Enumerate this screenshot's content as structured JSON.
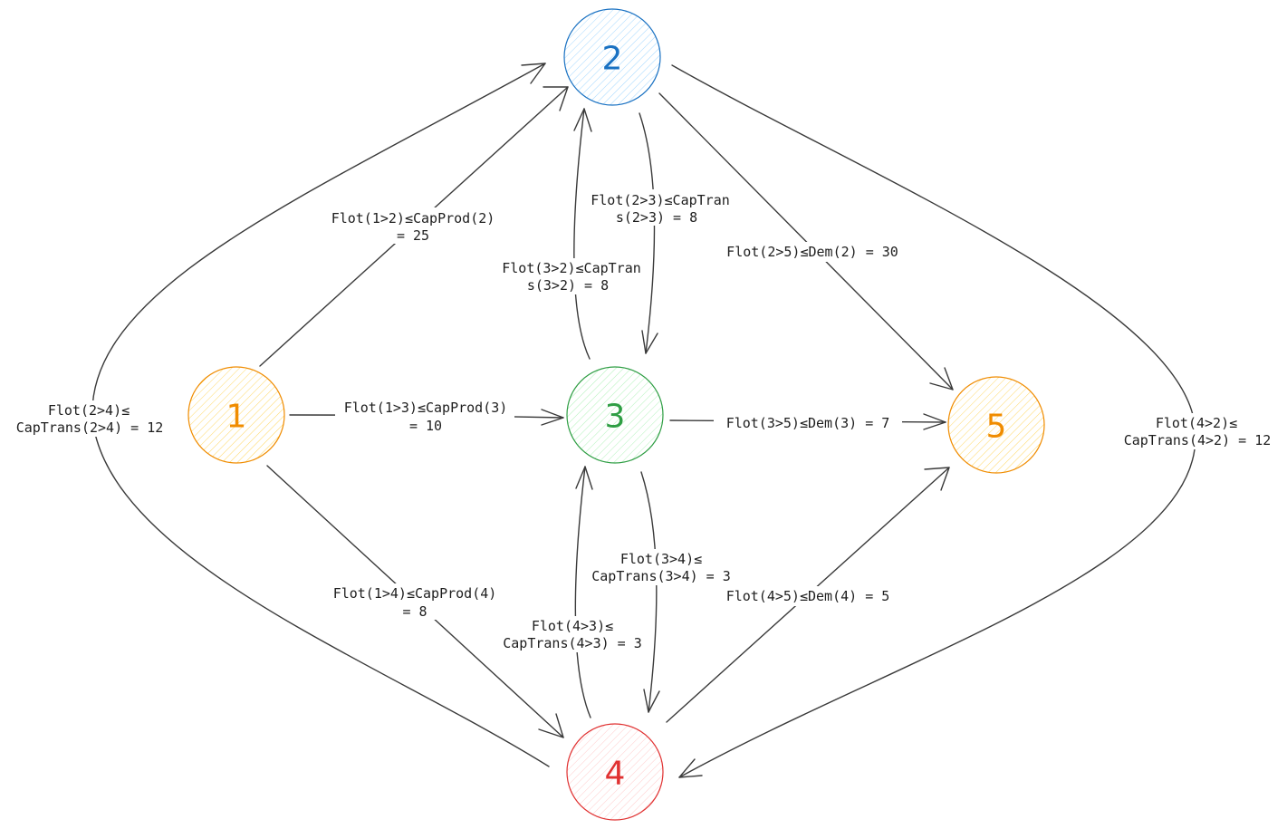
{
  "nodes": [
    {
      "id": "1",
      "label": "1",
      "stroke": "#f08c00",
      "fill": "#ffec99"
    },
    {
      "id": "2",
      "label": "2",
      "stroke": "#1971c2",
      "fill": "#a5d8ff"
    },
    {
      "id": "3",
      "label": "3",
      "stroke": "#2f9e44",
      "fill": "#b2f2bb"
    },
    {
      "id": "4",
      "label": "4",
      "stroke": "#e03131",
      "fill": "#ffc9c9"
    },
    {
      "id": "5",
      "label": "5",
      "stroke": "#f08c00",
      "fill": "#ffec99"
    }
  ],
  "edges": [
    {
      "id": "1-2",
      "from": "1",
      "to": "2",
      "label_lines": [
        "Flot(1>2)≤CapProd(2)",
        "= 25"
      ]
    },
    {
      "id": "1-3",
      "from": "1",
      "to": "3",
      "label_lines": [
        "Flot(1>3)≤CapProd(3)",
        "= 10"
      ]
    },
    {
      "id": "1-4",
      "from": "1",
      "to": "4",
      "label_lines": [
        "Flot(1>4)≤CapProd(4)",
        "= 8"
      ]
    },
    {
      "id": "2-3",
      "from": "2",
      "to": "3",
      "label_lines": [
        "Flot(2>3)≤CapTran",
        "s(2>3) = 8"
      ]
    },
    {
      "id": "3-2",
      "from": "3",
      "to": "2",
      "label_lines": [
        "Flot(3>2)≤CapTran",
        "s(3>2) = 8"
      ]
    },
    {
      "id": "2-5",
      "from": "2",
      "to": "5",
      "label_lines": [
        "Flot(2>5)≤Dem(2) = 30"
      ]
    },
    {
      "id": "3-5",
      "from": "3",
      "to": "5",
      "label_lines": [
        "Flot(3>5)≤Dem(3) = 7"
      ]
    },
    {
      "id": "3-4",
      "from": "3",
      "to": "4",
      "label_lines": [
        "Flot(3>4)≤",
        "CapTrans(3>4) = 3"
      ]
    },
    {
      "id": "4-3",
      "from": "4",
      "to": "3",
      "label_lines": [
        "Flot(4>3)≤",
        "CapTrans(4>3) = 3"
      ]
    },
    {
      "id": "4-5",
      "from": "4",
      "to": "5",
      "label_lines": [
        "Flot(4>5)≤Dem(4) = 5"
      ]
    },
    {
      "id": "2-4",
      "from": "4",
      "to": "2",
      "label_lines": [
        "Flot(2>4)≤",
        "CapTrans(2>4) = 12"
      ]
    },
    {
      "id": "4-2",
      "from": "2",
      "to": "4",
      "label_lines": [
        "Flot(4>2)≤",
        "CapTrans(4>2) = 12"
      ]
    }
  ]
}
